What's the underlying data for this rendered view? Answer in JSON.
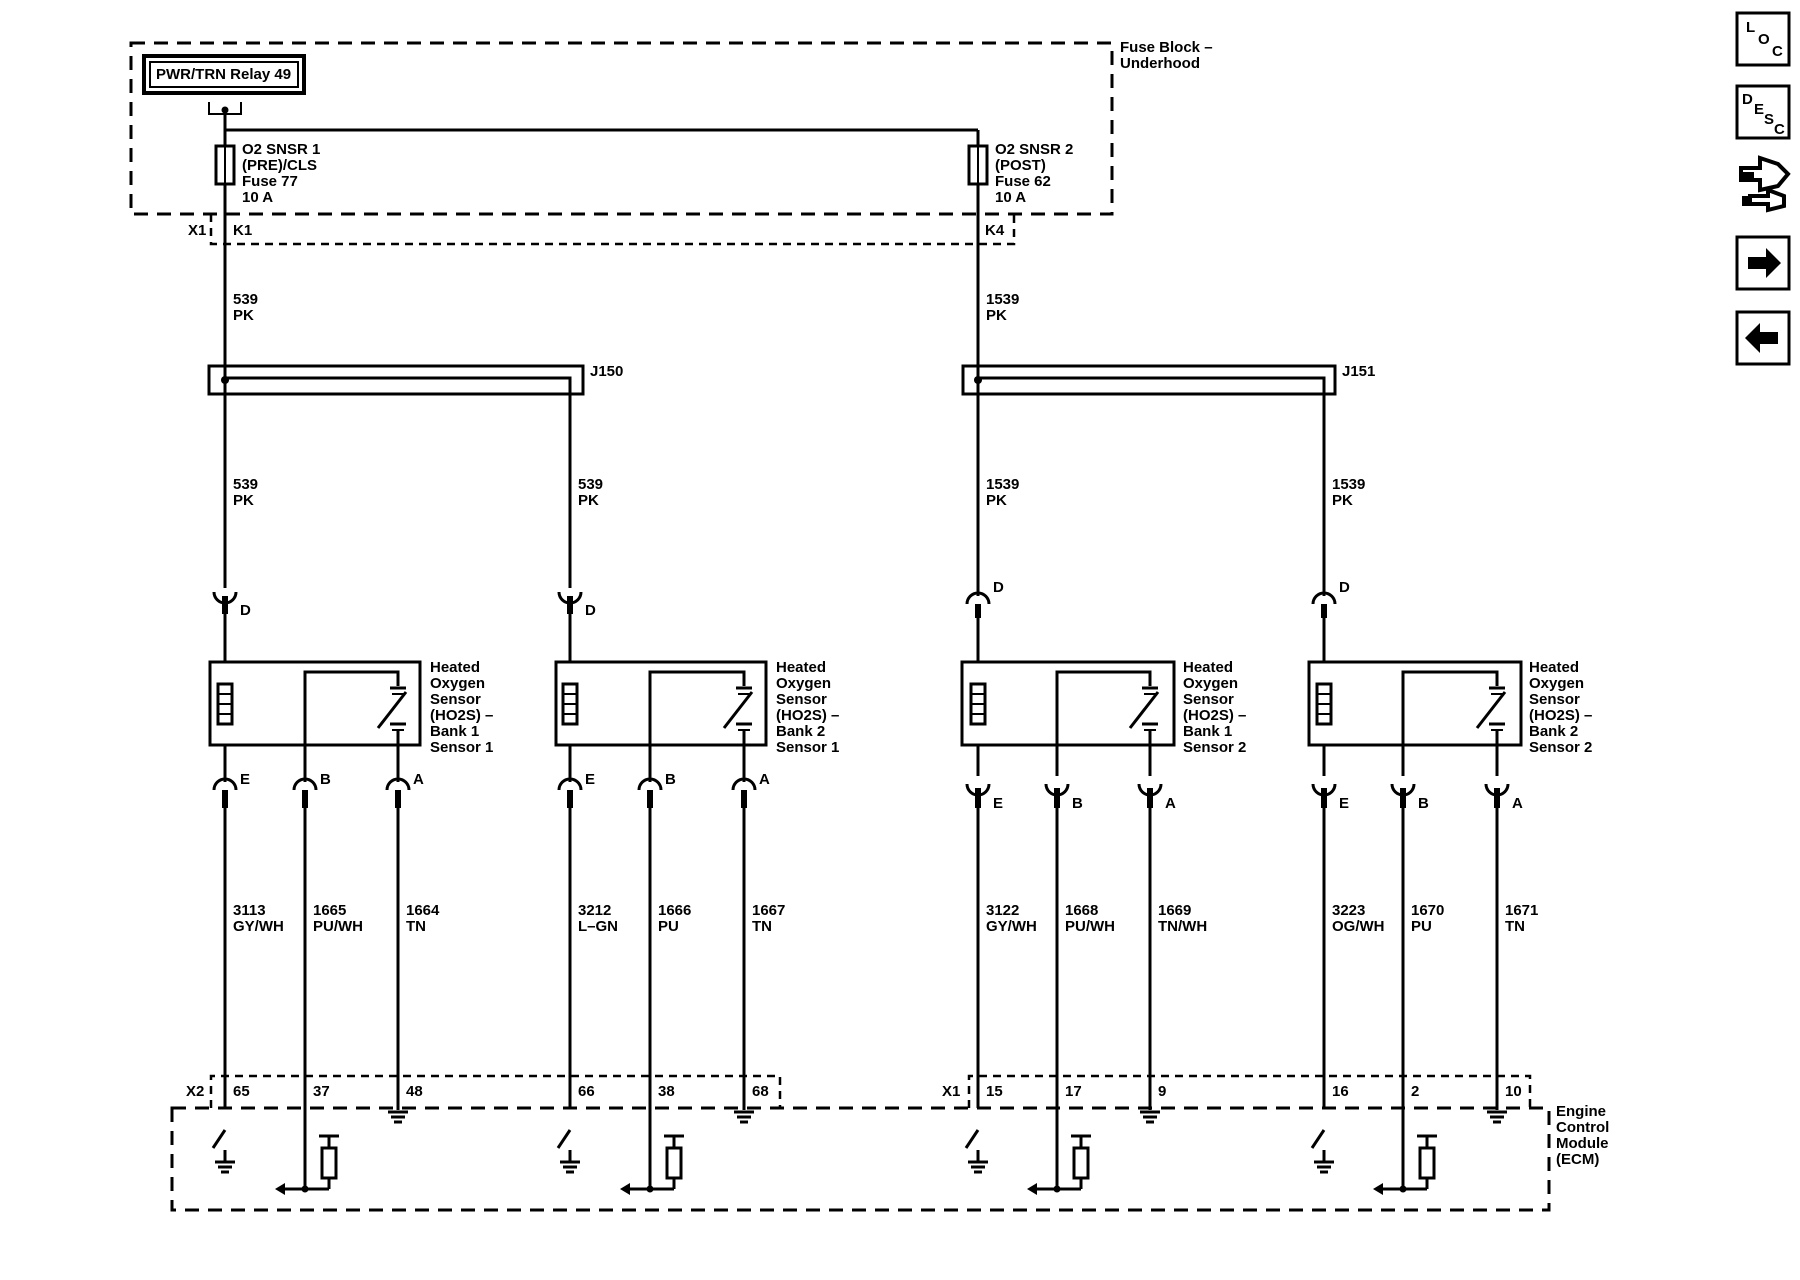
{
  "relay": {
    "label": "PWR/TRN Relay 49"
  },
  "fuse_block": {
    "label_line1": "Fuse Block –",
    "label_line2": "Underhood"
  },
  "fuses": [
    {
      "l1": "O2 SNSR 1",
      "l2": "(PRE)/CLS",
      "l3": "Fuse 77",
      "l4": "10 A"
    },
    {
      "l1": "O2 SNSR 2",
      "l2": "(POST)",
      "l3": "Fuse 62",
      "l4": "10 A"
    }
  ],
  "connectors": {
    "x1_top": "X1",
    "k1": "K1",
    "k4": "K4",
    "x2_bot": "X2",
    "x1_bot": "X1"
  },
  "top_wires": [
    {
      "num": "539",
      "color": "PK"
    },
    {
      "num": "1539",
      "color": "PK"
    }
  ],
  "splices": [
    "J150",
    "J151"
  ],
  "mid_wires": [
    {
      "num": "539",
      "color": "PK"
    },
    {
      "num": "539",
      "color": "PK"
    },
    {
      "num": "1539",
      "color": "PK"
    },
    {
      "num": "1539",
      "color": "PK"
    }
  ],
  "sensors": [
    {
      "l1": "Heated",
      "l2": "Oxygen",
      "l3": "Sensor",
      "l4": "(HO2S) –",
      "l5": "Bank 1",
      "l6": "Sensor 1"
    },
    {
      "l1": "Heated",
      "l2": "Oxygen",
      "l3": "Sensor",
      "l4": "(HO2S) –",
      "l5": "Bank 2",
      "l6": "Sensor 1"
    },
    {
      "l1": "Heated",
      "l2": "Oxygen",
      "l3": "Sensor",
      "l4": "(HO2S) –",
      "l5": "Bank 1",
      "l6": "Sensor 2"
    },
    {
      "l1": "Heated",
      "l2": "Oxygen",
      "l3": "Sensor",
      "l4": "(HO2S) –",
      "l5": "Bank 2",
      "l6": "Sensor 2"
    }
  ],
  "pins": {
    "d": "D",
    "e": "E",
    "b": "B",
    "a": "A"
  },
  "bottom_wires": [
    {
      "num": "3113",
      "color": "GY/WH"
    },
    {
      "num": "1665",
      "color": "PU/WH"
    },
    {
      "num": "1664",
      "color": "TN"
    },
    {
      "num": "3212",
      "color": "L–GN"
    },
    {
      "num": "1666",
      "color": "PU"
    },
    {
      "num": "1667",
      "color": "TN"
    },
    {
      "num": "3122",
      "color": "GY/WH"
    },
    {
      "num": "1668",
      "color": "PU/WH"
    },
    {
      "num": "1669",
      "color": "TN/WH"
    },
    {
      "num": "3223",
      "color": "OG/WH"
    },
    {
      "num": "1670",
      "color": "PU"
    },
    {
      "num": "1671",
      "color": "TN"
    }
  ],
  "ecm_pins": [
    "65",
    "37",
    "48",
    "66",
    "38",
    "68",
    "15",
    "17",
    "9",
    "16",
    "2",
    "10"
  ],
  "ecm": {
    "l1": "Engine",
    "l2": "Control",
    "l3": "Module",
    "l4": "(ECM)"
  },
  "nav": {
    "loc": {
      "a": "L",
      "b": "O",
      "c": "C"
    },
    "desc": {
      "a": "D",
      "b": "E",
      "c": "S",
      "d": "C"
    },
    "icons": [
      "connector-view-icon",
      "next-arrow-icon",
      "previous-arrow-icon"
    ]
  }
}
